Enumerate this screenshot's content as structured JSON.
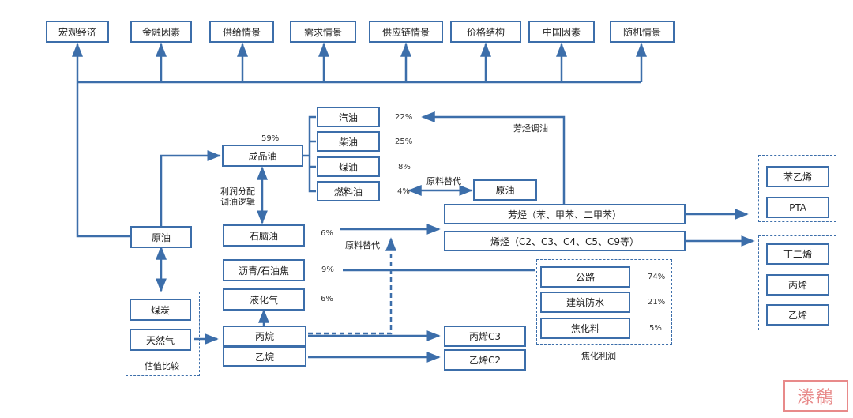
{
  "top_factors": [
    "宏观经济",
    "金融因素",
    "供给情景",
    "需求情景",
    "供应链情景",
    "价格结构",
    "中国因素",
    "随机情景"
  ],
  "crude": "原油",
  "refined": {
    "label": "成品油",
    "share": "59%"
  },
  "refined_products": [
    {
      "label": "汽油",
      "share": "22%"
    },
    {
      "label": "柴油",
      "share": "25%"
    },
    {
      "label": "煤油",
      "share": "8%"
    },
    {
      "label": "燃料油",
      "share": "4%"
    }
  ],
  "blending_note": "利润分配\n调油逻辑",
  "naphtha": {
    "label": "石脑油",
    "share": "6%"
  },
  "asphalt": {
    "label": "沥青/石油焦",
    "share": "9%"
  },
  "lpg": {
    "label": "液化气",
    "share": "6%"
  },
  "propane": "丙烷",
  "ethane": "乙烷",
  "coal": "煤炭",
  "natural_gas": "天然气",
  "valuation_note": "估值比较",
  "feedstock_sub_1": "原料替代",
  "feedstock_sub_2": "原料替代",
  "crude_right": "原油",
  "aromatics_blending": "芳烃调油",
  "aromatics": "芳烃（苯、甲苯、二甲苯）",
  "olefins": "烯烃（C2、C3、C4、C5、C9等）",
  "propylene_c3": "丙烯C3",
  "ethylene_c2": "乙烯C2",
  "asphalt_uses": [
    {
      "label": "公路",
      "share": "74%"
    },
    {
      "label": "建筑防水",
      "share": "21%"
    },
    {
      "label": "焦化料",
      "share": "5%"
    }
  ],
  "coking_profit": "焦化利润",
  "aromatics_products": [
    "苯乙烯",
    "PTA"
  ],
  "olefins_products": [
    "丁二烯",
    "丙烯",
    "乙烯"
  ],
  "watermark": "漛鵗"
}
